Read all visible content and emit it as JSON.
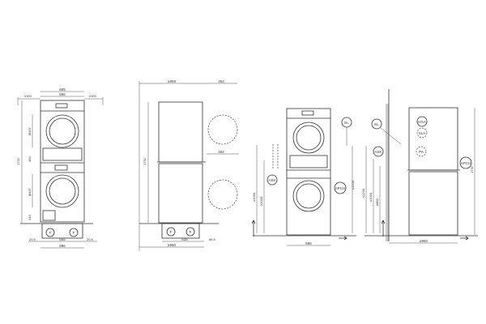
{
  "front_view": {
    "width_total": "605",
    "width": "596",
    "clear_left": "≥300",
    "clear_right": "≥300",
    "height": "1732",
    "drum_upper": "Ø437",
    "mid": "450",
    "drum_lower": "Ø437",
    "base": "145",
    "foot_left": "20.5",
    "foot_span": "555",
    "foot_right": "20.5",
    "bottom_width": "596",
    "foot_label": "F"
  },
  "side_view": {
    "depth": "≥958",
    "door_upper": "454",
    "height": "1732",
    "door_lower": "454",
    "foot_span": "525",
    "offset": "66.5",
    "bottom_depth": "≥960",
    "foot_label": "F"
  },
  "connection_front": {
    "el": "EL",
    "ask": "ASK",
    "apcu": "APCU",
    "h1": "≤1000",
    "h2": "≥1000",
    "h3": "≤1200",
    "width": "596"
  },
  "connection_side": {
    "el": "EL",
    "ask": "ASK",
    "kga": "KGA",
    "sla": "SLA",
    "pa": "PA",
    "apcu": "APCU",
    "h1": "≤1200",
    "h2": "≤1000",
    "h3": "≥800",
    "depth": "≥960",
    "height": "1732"
  }
}
